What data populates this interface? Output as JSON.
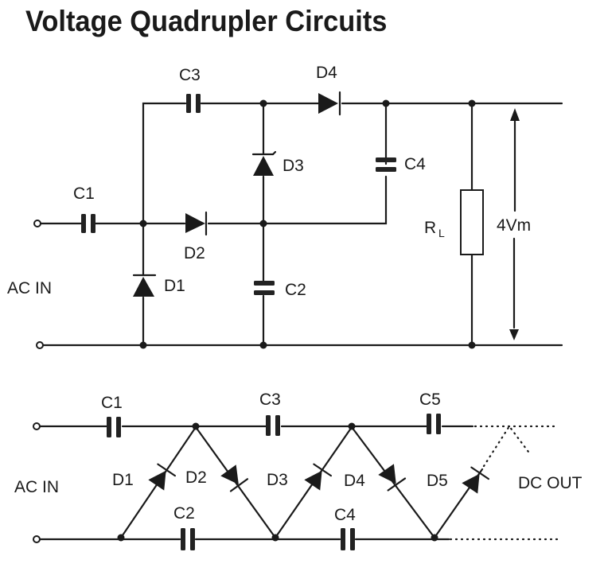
{
  "title": "Voltage Quadrupler Circuits",
  "diagram1": {
    "labels": {
      "c1": "C1",
      "c2": "C2",
      "c3": "C3",
      "c4": "C4",
      "d1": "D1",
      "d2": "D2",
      "d3": "D3",
      "d4": "D4",
      "rl_main": "R",
      "rl_sub": "L",
      "output_voltage": "4Vm",
      "input": "AC IN"
    }
  },
  "diagram2": {
    "labels": {
      "c1": "C1",
      "c2": "C2",
      "c3": "C3",
      "c4": "C4",
      "c5": "C5",
      "d1": "D1",
      "d2": "D2",
      "d3": "D3",
      "d4": "D4",
      "d5": "D5",
      "input": "AC IN",
      "output": "DC OUT"
    }
  }
}
